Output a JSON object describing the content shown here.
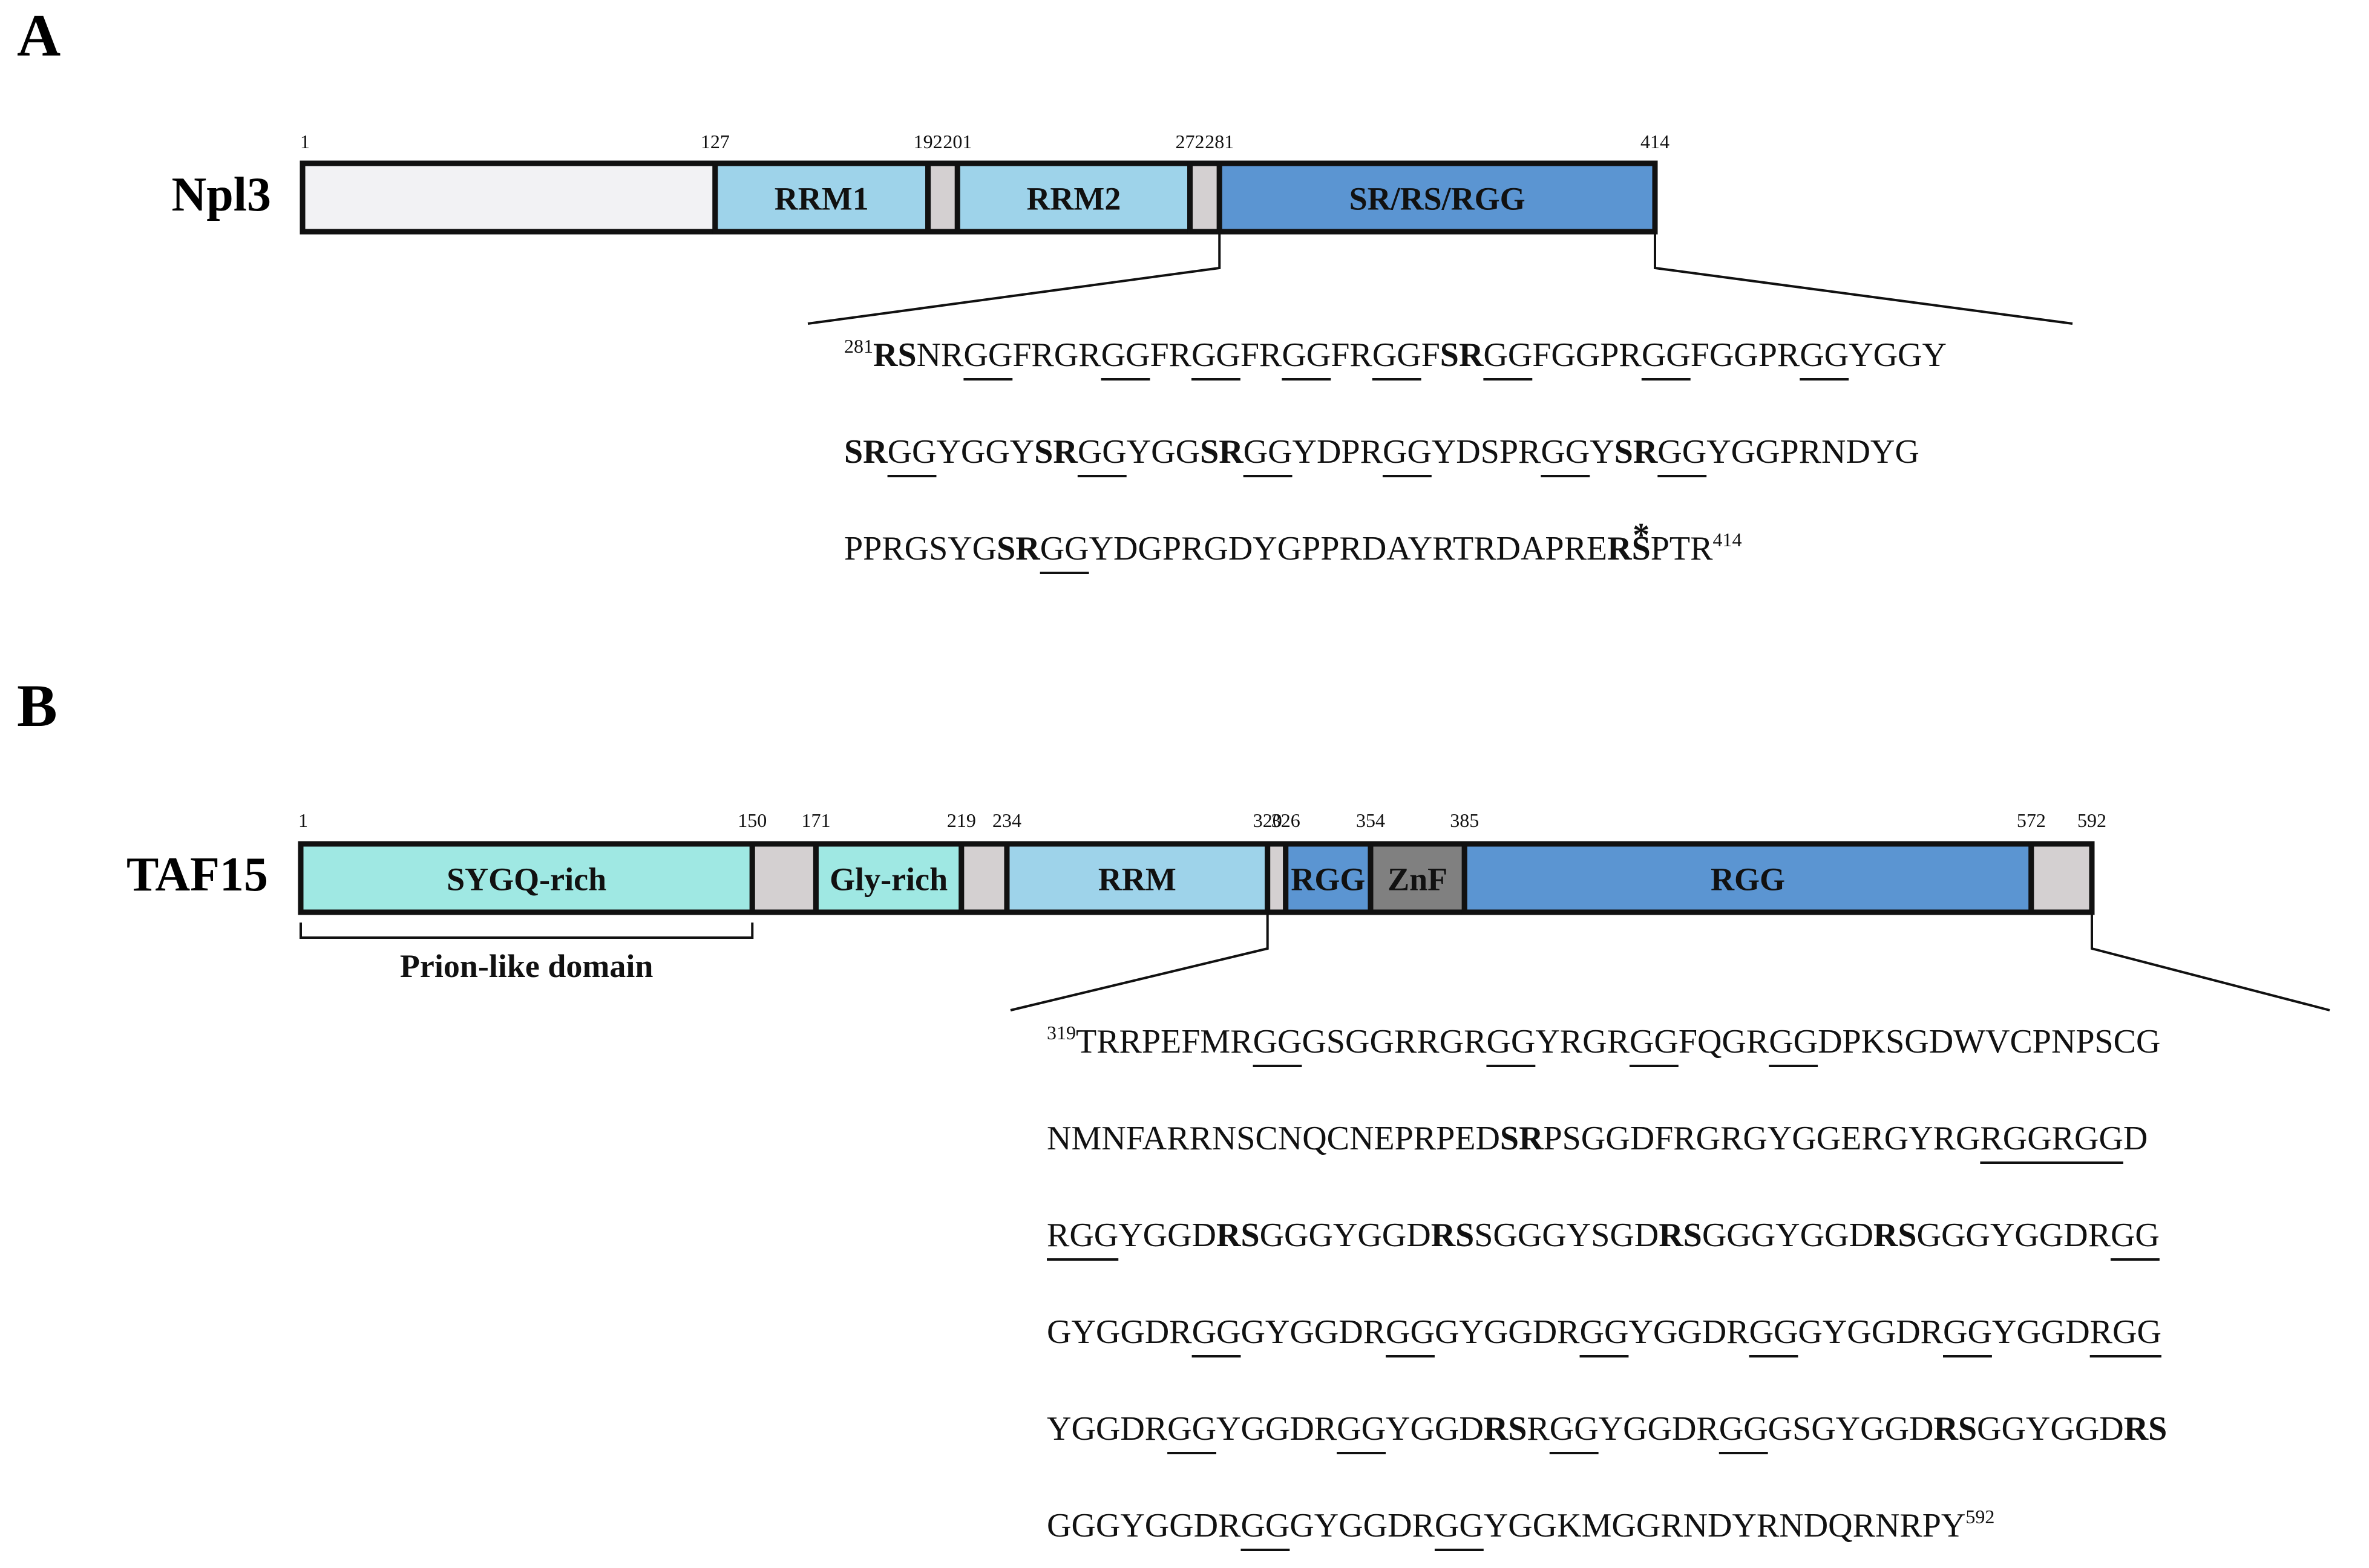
{
  "colors": {
    "outline": "#111111",
    "light_gray": "#f2f2f4",
    "linker_gray": "#d4d0d1",
    "rrm_blue": "#9ed3ea",
    "rgg_blue": "#5b95d2",
    "sygq_cyan": "#9fe8e3",
    "znf_gray": "#808080"
  },
  "panels": [
    {
      "letter": "A",
      "protein": "Npl3",
      "length": 414,
      "domains": [
        {
          "label": "",
          "start": 1,
          "end": 127,
          "fill": "light_gray"
        },
        {
          "label": "RRM1",
          "start": 127,
          "end": 192,
          "fill": "rrm_blue"
        },
        {
          "label": "",
          "start": 192,
          "end": 201,
          "fill": "linker_gray"
        },
        {
          "label": "RRM2",
          "start": 201,
          "end": 272,
          "fill": "rrm_blue"
        },
        {
          "label": "",
          "start": 272,
          "end": 281,
          "fill": "linker_gray"
        },
        {
          "label": "SR/RS/RGG",
          "start": 281,
          "end": 414,
          "fill": "rgg_blue"
        }
      ],
      "boundary_labels": [
        "1",
        "127",
        "192",
        "201",
        "272",
        "281",
        "414"
      ],
      "bracket": null,
      "zoom": {
        "from": 281,
        "to": 414
      },
      "sequence": {
        "start_label": "281",
        "end_label": "414",
        "lines": [
          [
            [
              "RS",
              "b"
            ],
            [
              "NR",
              ""
            ],
            [
              "GG",
              "u"
            ],
            [
              "FR",
              ""
            ],
            [
              "GR",
              ""
            ],
            [
              "GG",
              "u"
            ],
            [
              "FR",
              ""
            ],
            [
              "GG",
              "u"
            ],
            [
              "FR",
              ""
            ],
            [
              "GG",
              "u"
            ],
            [
              "FR",
              ""
            ],
            [
              "GG",
              "u"
            ],
            [
              "F",
              ""
            ],
            [
              "SR",
              "b"
            ],
            [
              "GG",
              "u"
            ],
            [
              "FGGP",
              ""
            ],
            [
              "R",
              ""
            ],
            [
              "GG",
              "u"
            ],
            [
              "FGGP",
              ""
            ],
            [
              "R",
              ""
            ],
            [
              "GG",
              "u"
            ],
            [
              "YGGY",
              ""
            ]
          ],
          [
            [
              "SR",
              "b"
            ],
            [
              "GG",
              "u"
            ],
            [
              "YGGY",
              ""
            ],
            [
              "SR",
              "b"
            ],
            [
              "GG",
              "u"
            ],
            [
              "YGG",
              ""
            ],
            [
              "SR",
              "b"
            ],
            [
              "GG",
              "u"
            ],
            [
              "YDP",
              ""
            ],
            [
              "R",
              ""
            ],
            [
              "GG",
              "u"
            ],
            [
              "YDSP",
              ""
            ],
            [
              "R",
              ""
            ],
            [
              "GG",
              "u"
            ],
            [
              "Y",
              ""
            ],
            [
              "SR",
              "b"
            ],
            [
              "GG",
              "u"
            ],
            [
              "YGGPRNDYG",
              ""
            ]
          ],
          [
            [
              "PPRGSYG",
              ""
            ],
            [
              "SR",
              "b"
            ],
            [
              "GG",
              "u"
            ],
            [
              "YDGPRGDYGPPRDAYRTRDAPRE",
              ""
            ],
            [
              "RS",
              "b*"
            ],
            [
              "PTR",
              ""
            ]
          ]
        ]
      }
    },
    {
      "letter": "B",
      "protein": "TAF15",
      "length": 592,
      "domains": [
        {
          "label": "SYGQ-rich",
          "start": 1,
          "end": 150,
          "fill": "sygq_cyan"
        },
        {
          "label": "",
          "start": 150,
          "end": 171,
          "fill": "linker_gray"
        },
        {
          "label": "Gly-rich",
          "start": 171,
          "end": 219,
          "fill": "sygq_cyan"
        },
        {
          "label": "",
          "start": 219,
          "end": 234,
          "fill": "linker_gray"
        },
        {
          "label": "RRM",
          "start": 234,
          "end": 320,
          "fill": "rrm_blue"
        },
        {
          "label": "",
          "start": 320,
          "end": 326,
          "fill": "linker_gray"
        },
        {
          "label": "RGG",
          "start": 326,
          "end": 354,
          "fill": "rgg_blue"
        },
        {
          "label": "ZnF",
          "start": 354,
          "end": 385,
          "fill": "znf_gray"
        },
        {
          "label": "RGG",
          "start": 385,
          "end": 572,
          "fill": "rgg_blue"
        },
        {
          "label": "",
          "start": 572,
          "end": 592,
          "fill": "linker_gray"
        }
      ],
      "boundary_labels": [
        "1",
        "150",
        "171",
        "219",
        "234",
        "320",
        "326",
        "354",
        "385",
        "572",
        "592"
      ],
      "bracket": {
        "label": "Prion-like domain",
        "start": 1,
        "end": 150
      },
      "zoom": {
        "from": 320,
        "to": 592
      },
      "sequence": {
        "start_label": "319",
        "end_label": "592",
        "lines": [
          [
            [
              "TRRPEFM",
              ""
            ],
            [
              "R",
              ""
            ],
            [
              "GG",
              "u"
            ],
            [
              "GSGGRRG",
              ""
            ],
            [
              "R",
              ""
            ],
            [
              "GG",
              "u"
            ],
            [
              "YRG",
              ""
            ],
            [
              "R",
              ""
            ],
            [
              "GG",
              "u"
            ],
            [
              "FQG",
              ""
            ],
            [
              "R",
              ""
            ],
            [
              "GG",
              "u"
            ],
            [
              "DPKSGDWVCPNPSCG",
              ""
            ]
          ],
          [
            [
              "NMNFARRNSCNQCNEPRPED",
              ""
            ],
            [
              "SR",
              "b"
            ],
            [
              "PSGGDFRGRGYGGERGYRG",
              ""
            ],
            [
              "RGGRGG",
              "u"
            ],
            [
              "D",
              ""
            ]
          ],
          [
            [
              "RGG",
              "u"
            ],
            [
              "YGGD",
              ""
            ],
            [
              "RS",
              "b"
            ],
            [
              "GGGYGGD",
              ""
            ],
            [
              "RS",
              "b"
            ],
            [
              "SGGGYSGD",
              ""
            ],
            [
              "RS",
              "b"
            ],
            [
              "GGGYGGD",
              ""
            ],
            [
              "RS",
              "b"
            ],
            [
              "GGGYGGD",
              ""
            ],
            [
              "R",
              ""
            ],
            [
              "GG",
              "u"
            ]
          ],
          [
            [
              "GYGGD",
              ""
            ],
            [
              "R",
              ""
            ],
            [
              "GG",
              "u"
            ],
            [
              "GYGGD",
              ""
            ],
            [
              "R",
              ""
            ],
            [
              "GG",
              "u"
            ],
            [
              "GYGGD",
              ""
            ],
            [
              "R",
              ""
            ],
            [
              "GG",
              "u"
            ],
            [
              "YGGD",
              ""
            ],
            [
              "R",
              ""
            ],
            [
              "GG",
              "u"
            ],
            [
              "GYGGD",
              ""
            ],
            [
              "R",
              ""
            ],
            [
              "GG",
              "u"
            ],
            [
              "YGGD",
              ""
            ],
            [
              "RGG",
              "u"
            ]
          ],
          [
            [
              "YGGD",
              ""
            ],
            [
              "R",
              ""
            ],
            [
              "GG",
              "u"
            ],
            [
              "YGGD",
              ""
            ],
            [
              "R",
              ""
            ],
            [
              "GG",
              "u"
            ],
            [
              "YGGD",
              ""
            ],
            [
              "RS",
              "b"
            ],
            [
              "R",
              ""
            ],
            [
              "GG",
              "u"
            ],
            [
              "YGGD",
              ""
            ],
            [
              "R",
              ""
            ],
            [
              "GG",
              "u"
            ],
            [
              "GSGYGGD",
              ""
            ],
            [
              "RS",
              "b"
            ],
            [
              "GGYGGD",
              ""
            ],
            [
              "RS",
              "b"
            ]
          ],
          [
            [
              "GGGYGGD",
              ""
            ],
            [
              "R",
              ""
            ],
            [
              "GG",
              "u"
            ],
            [
              "GYGGD",
              ""
            ],
            [
              "R",
              ""
            ],
            [
              "GG",
              "u"
            ],
            [
              "YGGKMGGRNDYRNDQRNRPY",
              ""
            ]
          ]
        ]
      }
    }
  ]
}
